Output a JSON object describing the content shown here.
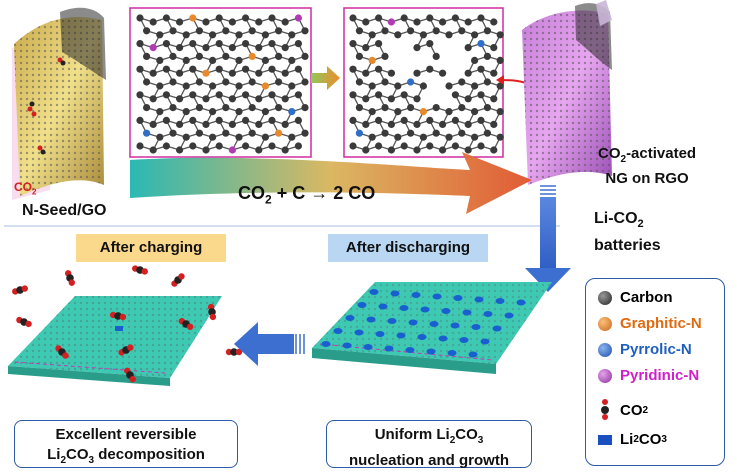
{
  "labels": {
    "co2_small": "CO",
    "co2_small_sub": "2",
    "nseed": "N-Seed/GO",
    "reaction_a": "CO",
    "reaction_sub": "2",
    "reaction_b": " + C → 2 CO",
    "activated_a": "CO",
    "activated_sub": "2",
    "activated_b": "-activated",
    "activated_line2": "NG on RGO",
    "battery_line1": "Li-CO",
    "battery_sub": "2",
    "battery_line2": "batteries",
    "after_charging": "After charging",
    "after_discharging": "After discharging",
    "excellent_line1": "Excellent reversible",
    "excellent_line2_a": "Li",
    "excellent_line2_sub1": "2",
    "excellent_line2_b": "CO",
    "excellent_line2_sub2": "3",
    "excellent_line2_c": " decomposition",
    "uniform_line1_a": "Uniform Li",
    "uniform_line1_sub1": "2",
    "uniform_line1_b": "CO",
    "uniform_line1_sub2": "3",
    "uniform_line2": "nucleation and growth"
  },
  "legend": {
    "carbon": "Carbon",
    "graphitic": "Graphitic-N",
    "pyrrolic": "Pyrrolic-N",
    "pyridinic": "Pyridinic-N",
    "co2_a": "CO",
    "co2_sub": "2",
    "li2co3_a": "Li",
    "li2co3_sub1": "2",
    "li2co3_b": "CO",
    "li2co3_sub2": "3"
  },
  "colors": {
    "carbon": "#3a3a3a",
    "graphitic": "#e8892b",
    "pyrrolic": "#2f6fc7",
    "pyridinic": "#b03bb5",
    "graphitic_text": "#e06a10",
    "pyrrolic_text": "#1f5fc0",
    "pyridinic_text": "#d020c8",
    "flow_arrow": "#3d6fd0",
    "sheet": "#3ec9b3",
    "dot": "#1a5fd0",
    "charging_tag": "#fbd98c",
    "discharging_tag": "#b9d6f2"
  }
}
